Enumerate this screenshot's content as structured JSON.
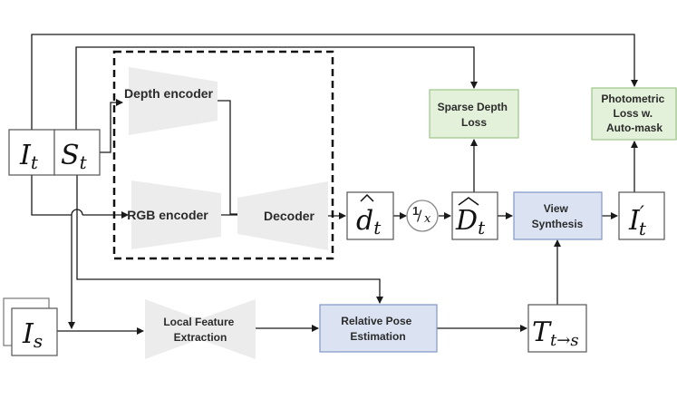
{
  "colors": {
    "line": "#1a1a1a",
    "encoder_fill": "#ececec",
    "loss_fill": "#e4f1da",
    "loss_border": "#9dc489",
    "synth_fill": "#dbe3f3",
    "synth_border": "#7f97c7",
    "box_border": "#555555"
  },
  "inputs": {
    "target_image": {
      "symbol": "I",
      "subscript": "t"
    },
    "sparse_depth": {
      "symbol": "S",
      "subscript": "t"
    },
    "source_image": {
      "symbol": "I",
      "subscript": "s"
    }
  },
  "network": {
    "depth_encoder": "Depth encoder",
    "rgb_encoder": "RGB encoder",
    "decoder": "Decoder"
  },
  "outputs": {
    "depth_pred": {
      "symbol": "d",
      "subscript": "t"
    },
    "reciprocal": {
      "num": "1",
      "den": "x"
    },
    "depth_map": {
      "symbol": "D",
      "subscript": "t"
    },
    "warped_image": {
      "symbol": "I",
      "prime": "′",
      "subscript": "t"
    },
    "pose": {
      "symbol": "T",
      "subscript": "t→s"
    }
  },
  "modules": {
    "sparse_depth_loss": [
      "Sparse Depth",
      "Loss"
    ],
    "photometric_loss": [
      "Photometric",
      "Loss w.",
      "Auto-mask"
    ],
    "view_synthesis": [
      "View",
      "Synthesis"
    ],
    "local_feature_extraction": [
      "Local Feature",
      "Extraction"
    ],
    "relative_pose_estimation": [
      "Relative Pose",
      "Estimation"
    ]
  }
}
